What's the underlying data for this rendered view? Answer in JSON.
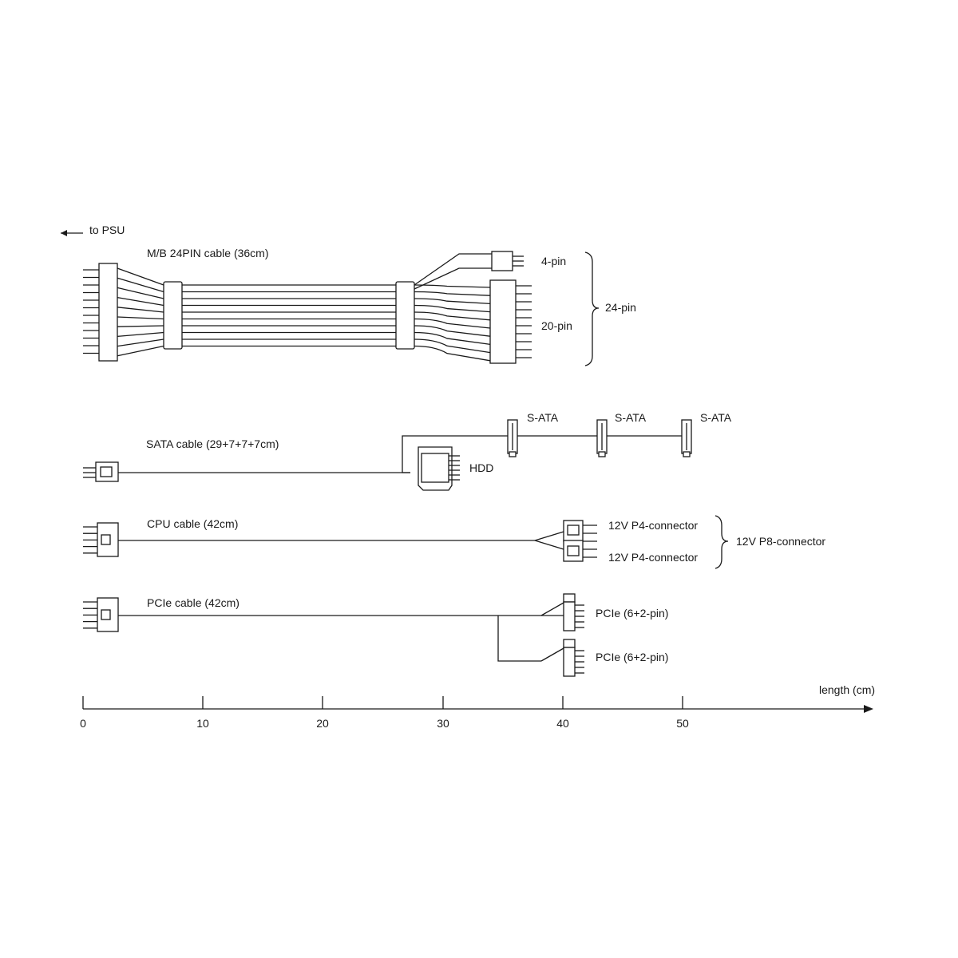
{
  "colors": {
    "line": "#1a1a1a",
    "background": "#ffffff"
  },
  "psu_arrow_label": "to PSU",
  "mb_cable": {
    "label": "M/B 24PIN cable (36cm)",
    "length_cm": 36,
    "connectors": {
      "four_pin": "4-pin",
      "twenty_pin": "20-pin",
      "total": "24-pin"
    }
  },
  "sata_cable": {
    "label": "SATA cable (29+7+7+7cm)",
    "segments_cm": [
      29,
      7,
      7,
      7
    ],
    "hdd_label": "HDD",
    "sata_labels": [
      "S-ATA",
      "S-ATA",
      "S-ATA"
    ]
  },
  "cpu_cable": {
    "label": "CPU cable (42cm)",
    "length_cm": 42,
    "p4_labels": [
      "12V P4-connector",
      "12V P4-connector"
    ],
    "p8_label": "12V P8-connector"
  },
  "pcie_cable": {
    "label": "PCIe cable (42cm)",
    "length_cm": 42,
    "connector_labels": [
      "PCIe (6+2-pin)",
      "PCIe (6+2-pin)"
    ]
  },
  "axis": {
    "label": "length (cm)",
    "ticks": [
      "0",
      "10",
      "20",
      "30",
      "40",
      "50"
    ]
  }
}
